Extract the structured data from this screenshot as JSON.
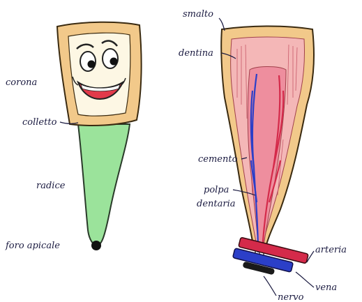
{
  "labels": {
    "corona": "corona",
    "colletto": "colletto",
    "radice": "radice",
    "foro_apicale": "foro apicale",
    "smalto": "smalto",
    "dentina": "dentina",
    "cemento": "cemento",
    "polpa_dentaria_line1": "polpa",
    "polpa_dentaria_line2": "dentaria",
    "arteria": "arteria",
    "vena": "vena",
    "nervo": "nervo"
  },
  "colors": {
    "enamel": "#f2c98a",
    "enamel_outline": "#3a2a10",
    "crown_face": "#fdf7e4",
    "root_green": "#9be39b",
    "dentin_pink": "#f4b7b7",
    "pulp_pink": "#ee8e9e",
    "artery_red": "#d42a4a",
    "vein_blue": "#2b3fc8",
    "nerve_dark": "#1a1a1a",
    "mouth_red": "#e23a4a"
  }
}
